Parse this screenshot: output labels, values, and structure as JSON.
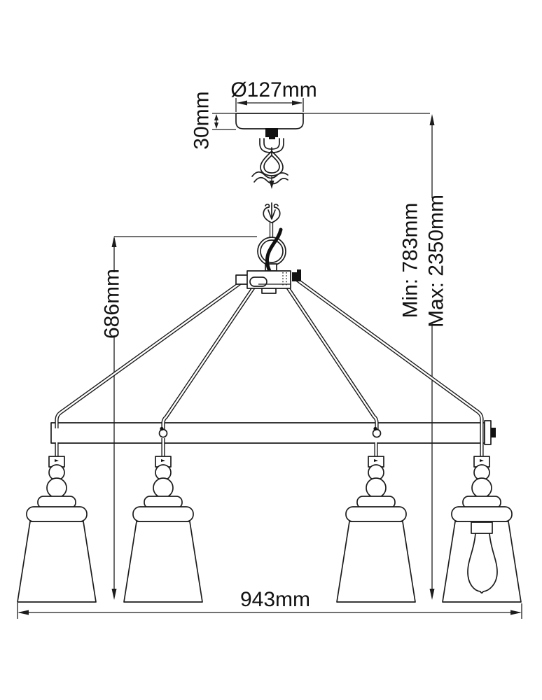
{
  "diagram": {
    "type": "technical-dimension-drawing",
    "subject": "four-light bar chandelier with adjustable suspension",
    "colors": {
      "line": "#1c1c1c",
      "background": "#ffffff",
      "cable": "#111111"
    },
    "dimensions": {
      "canopy_diameter": "Ø127mm",
      "canopy_height": "30mm",
      "body_drop": "686mm",
      "min_height": "Min: 783mm",
      "max_height": "Max: 2350mm",
      "overall_width": "943mm"
    }
  }
}
